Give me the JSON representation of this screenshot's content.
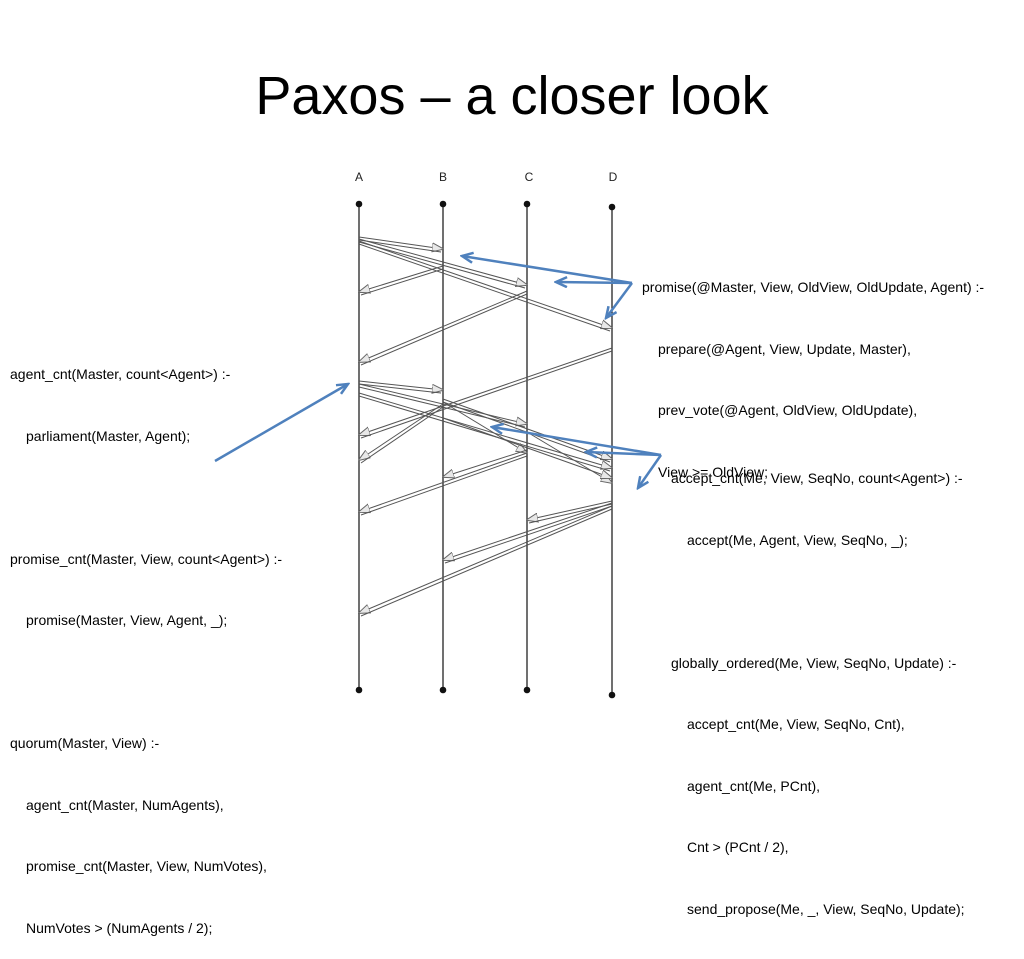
{
  "title": "Paxos – a closer look",
  "lanes": [
    "A",
    "B",
    "C",
    "D"
  ],
  "promise_rule": {
    "lines": [
      "promise(@Master, View, OldView, OldUpdate, Agent) :-",
      "prepare(@Agent, View, Update, Master),",
      "prev_vote(@Agent, OldView, OldUpdate),",
      "View >= OldView;"
    ]
  },
  "left_rules": {
    "agent_cnt": [
      "agent_cnt(Master, count<Agent>) :-",
      "parliament(Master, Agent);"
    ],
    "promise_cnt": [
      "promise_cnt(Master, View, count<Agent>) :-",
      "promise(Master, View, Agent, _);"
    ],
    "quorum": [
      "quorum(Master, View) :-",
      "agent_cnt(Master, NumAgents),",
      "promise_cnt(Master, View, NumVotes),",
      "NumVotes > (NumAgents / 2);"
    ]
  },
  "accept_rules": {
    "accept_cnt": [
      "accept_cnt(Me, View, SeqNo, count<Agent>) :-",
      "accept(Me, Agent, View, SeqNo, _);"
    ],
    "globally_ordered": [
      "globally_ordered(Me, View, SeqNo, Update) :-",
      "accept_cnt(Me, View, SeqNo, Cnt),",
      "agent_cnt(Me, PCnt),",
      "Cnt > (PCnt / 2),",
      "send_propose(Me, _, View, SeqNo, Update);"
    ]
  },
  "colors": {
    "annotation_arrow": "#4f81bd",
    "message_arrow": "#555555",
    "lifeline": "#111111"
  }
}
